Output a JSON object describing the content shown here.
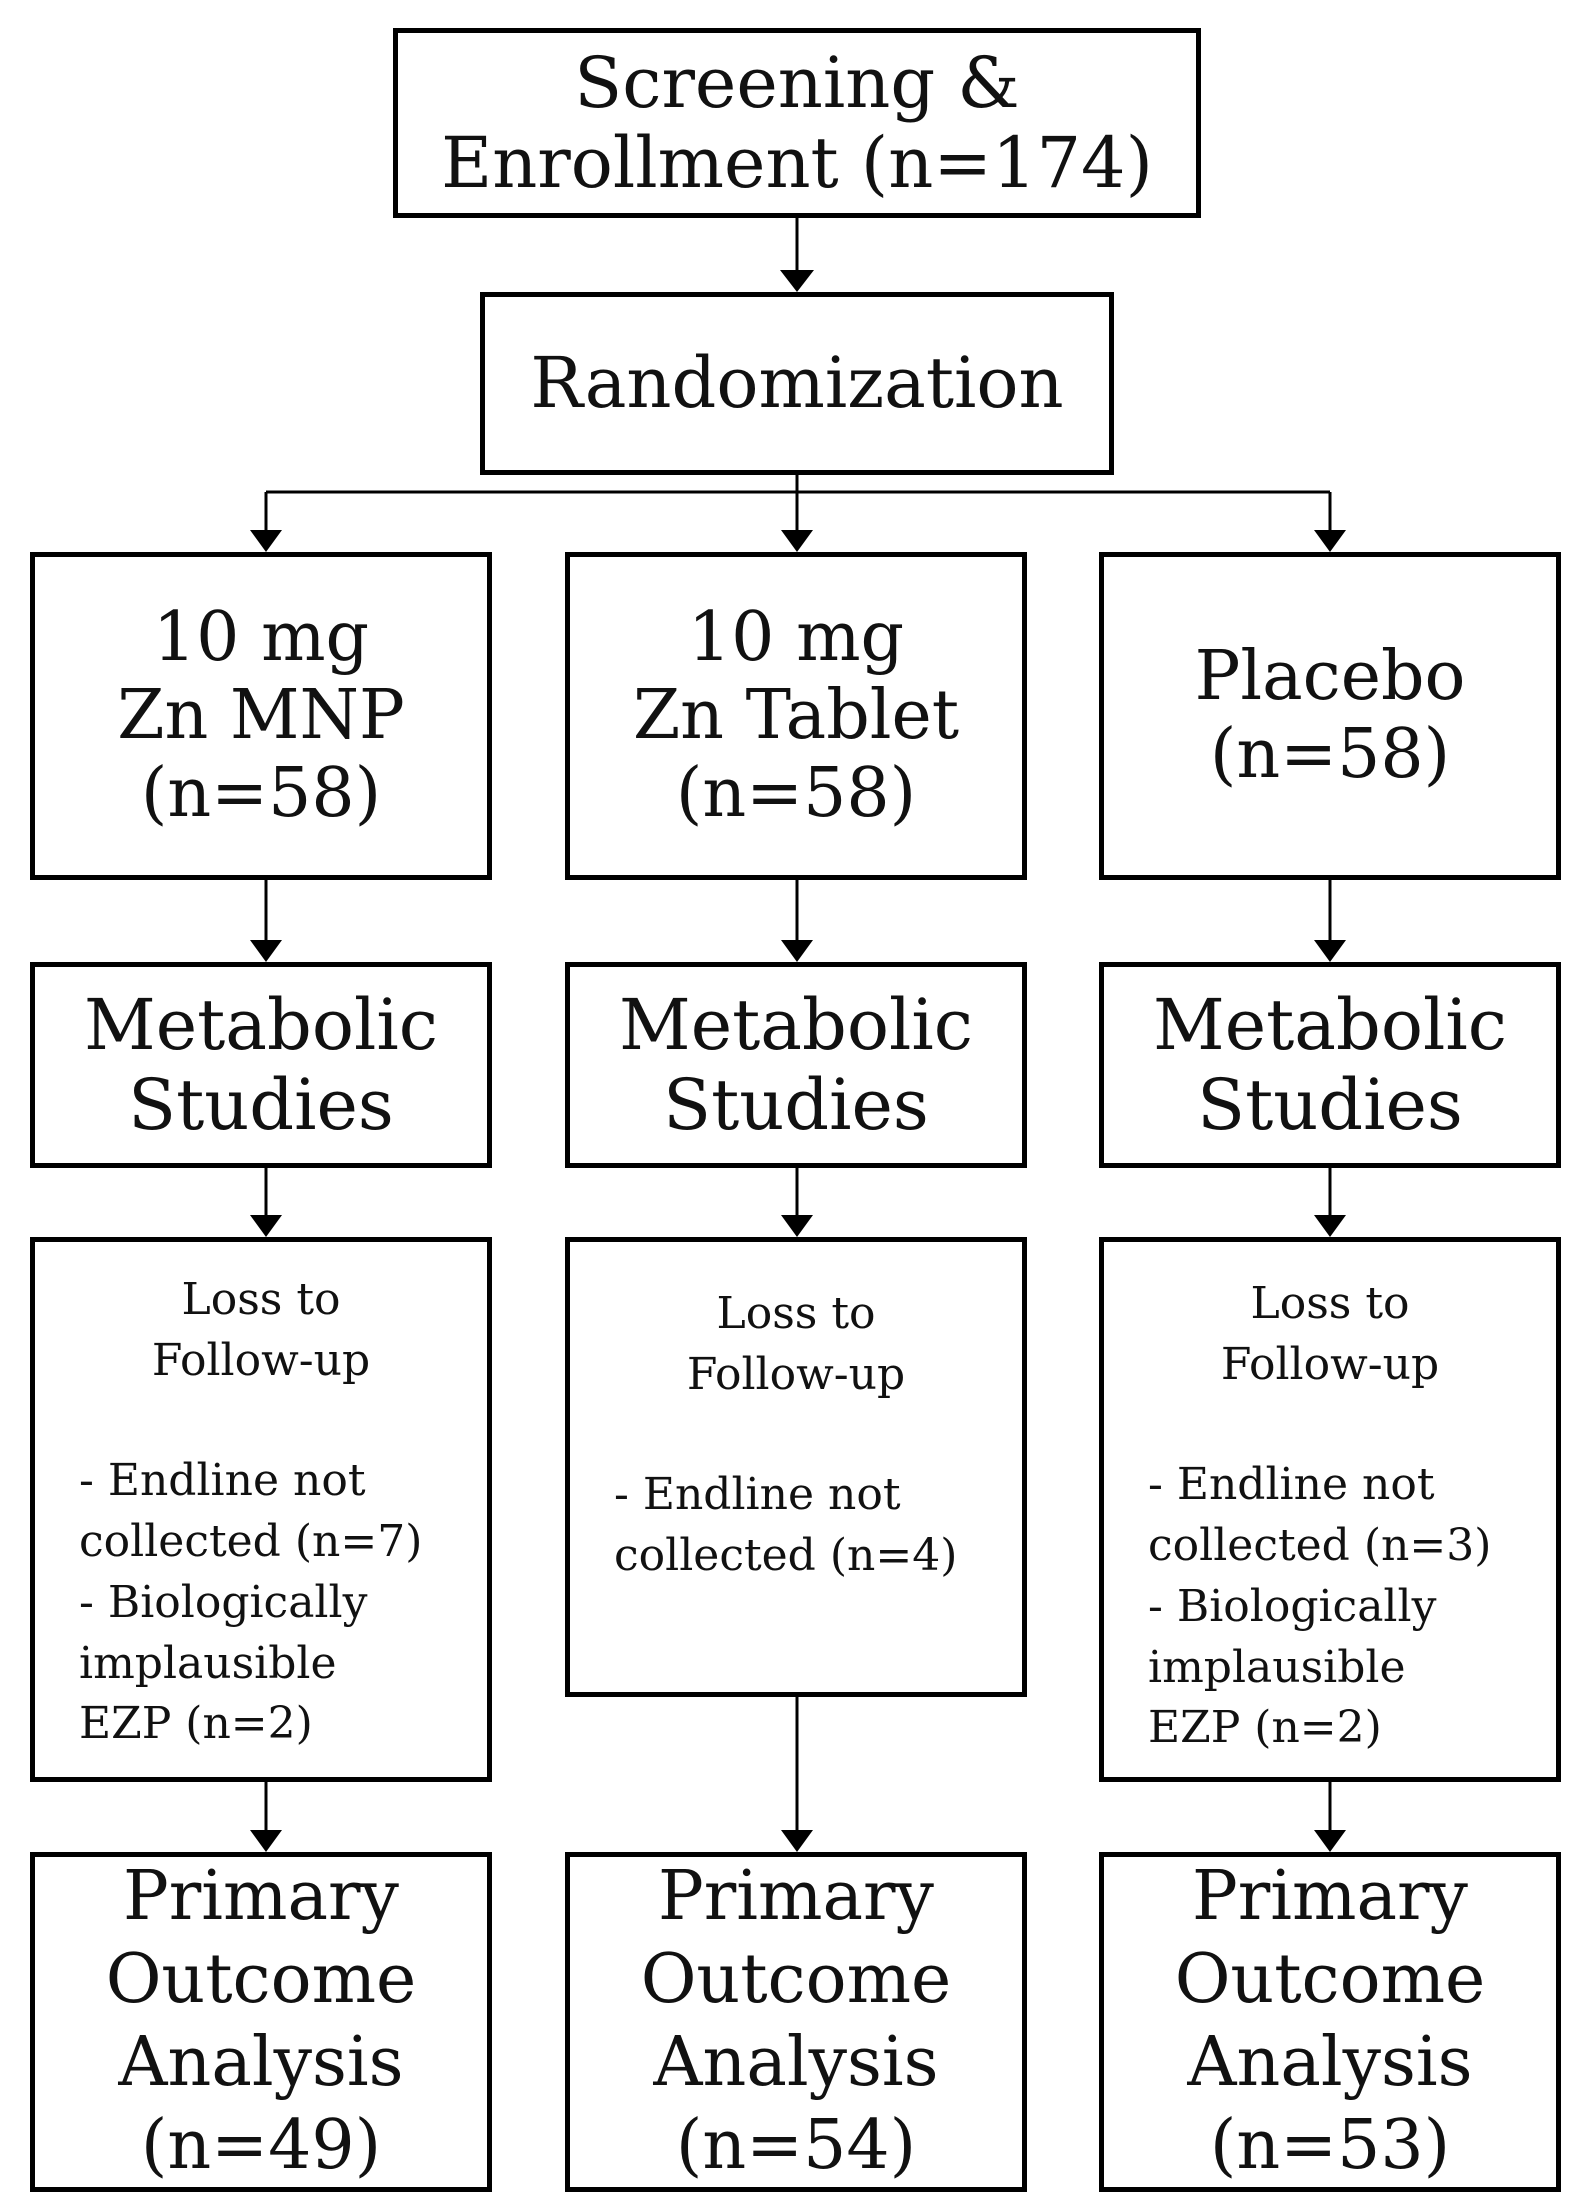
{
  "screening": {
    "lines": [
      "Screening &",
      "Enrollment (n=174)"
    ]
  },
  "randomization": {
    "label": "Randomization"
  },
  "arms": [
    {
      "group": [
        "10 mg",
        "Zn MNP",
        "(n=58)"
      ],
      "metabolic": [
        "Metabolic",
        "Studies"
      ],
      "loss_title": [
        "Loss to",
        "Follow-up"
      ],
      "loss_items": [
        "- Endline not",
        "collected (n=7)",
        "- Biologically",
        "implausible",
        "EZP (n=2)"
      ],
      "outcome": [
        "Primary",
        "Outcome",
        "Analysis",
        "(n=49)"
      ]
    },
    {
      "group": [
        "10 mg",
        "Zn Tablet",
        "(n=58)"
      ],
      "metabolic": [
        "Metabolic",
        "Studies"
      ],
      "loss_title": [
        "Loss to",
        "Follow-up"
      ],
      "loss_items": [
        "- Endline not",
        "collected (n=4)"
      ],
      "outcome": [
        "Primary",
        "Outcome",
        "Analysis",
        "(n=54)"
      ]
    },
    {
      "group": [
        "Placebo",
        "(n=58)"
      ],
      "metabolic": [
        "Metabolic",
        "Studies"
      ],
      "loss_title": [
        "Loss to",
        "Follow-up"
      ],
      "loss_items": [
        "- Endline not",
        "collected (n=3)",
        "- Biologically",
        "implausible",
        "EZP (n=2)"
      ],
      "outcome": [
        "Primary",
        "Outcome",
        "Analysis",
        "(n=53)"
      ]
    }
  ]
}
